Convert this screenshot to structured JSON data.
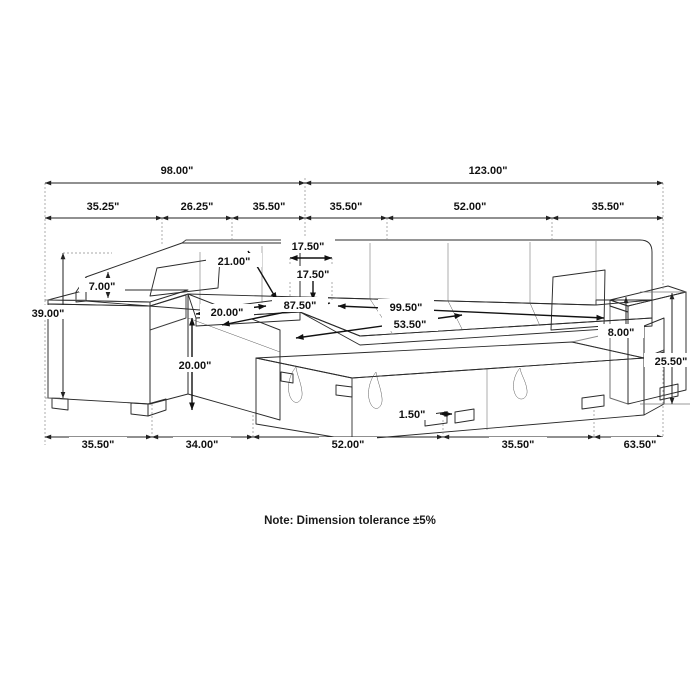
{
  "drawing": {
    "title": "Sectional sofa dimension diagram",
    "units": "inches",
    "note": "Note: Dimension tolerance ±5%",
    "colors": {
      "background": "#ffffff",
      "line": "#2b2b2b",
      "dimension": "#222222",
      "extension": "#8a8a8a",
      "text": "#111111",
      "top_surface": "#d8d8d8",
      "seat_surface": "#e9e9e9"
    },
    "top_row_overall": [
      {
        "label": "98.00\""
      },
      {
        "label": "123.00\""
      }
    ],
    "top_row_segments": [
      {
        "label": "35.25\""
      },
      {
        "label": "26.25\""
      },
      {
        "label": "35.50\""
      },
      {
        "label": "35.50\""
      },
      {
        "label": "52.00\""
      },
      {
        "label": "35.50\""
      }
    ],
    "bottom_row_segments": [
      {
        "label": "35.50\""
      },
      {
        "label": "34.00\""
      },
      {
        "label": "52.00\""
      },
      {
        "label": "35.50\""
      },
      {
        "label": "63.50\""
      }
    ],
    "left_vertical": [
      {
        "label": "39.00\""
      },
      {
        "label": "7.00\""
      }
    ],
    "right_vertical": [
      {
        "label": "8.00\""
      },
      {
        "label": "25.50\""
      }
    ],
    "interior": [
      {
        "label": "21.00\""
      },
      {
        "label": "17.50\""
      },
      {
        "label": "17.50\""
      },
      {
        "label": "20.00\""
      },
      {
        "label": "20.00\""
      },
      {
        "label": "87.50\""
      },
      {
        "label": "99.50\""
      },
      {
        "label": "53.50\""
      },
      {
        "label": "1.50\""
      }
    ]
  }
}
